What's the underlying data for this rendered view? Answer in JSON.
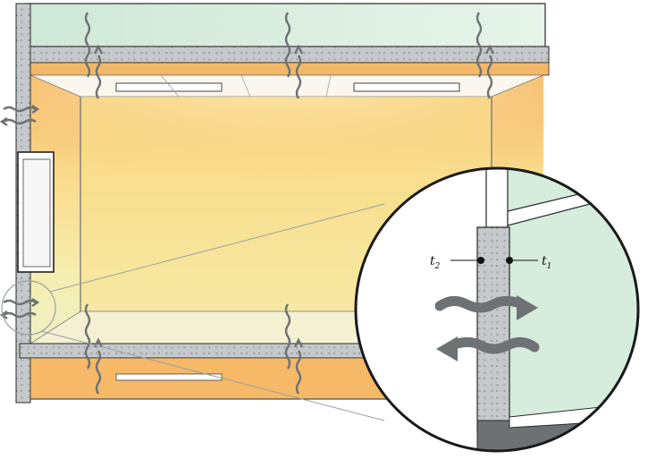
{
  "labels": {
    "t2": {
      "base": "t",
      "sub": "2"
    },
    "t1": {
      "base": "t",
      "sub": "1"
    }
  },
  "colors": {
    "room_warm": "#f7c77a",
    "room_yellow": "#f9ea9c",
    "floor_band": "#f2b25e",
    "ceiling_green": "#dcefe3",
    "wall_grey": "#c7cbcd",
    "heat_arrow": "#6e7275",
    "outline": "#2a2a2a",
    "magnifier_wall": "#cfd3d5"
  },
  "icons": {
    "heat_flow_vertical": "wavy-double-arrow-icon",
    "heat_flow_horizontal": "wavy-arrow-icon"
  }
}
